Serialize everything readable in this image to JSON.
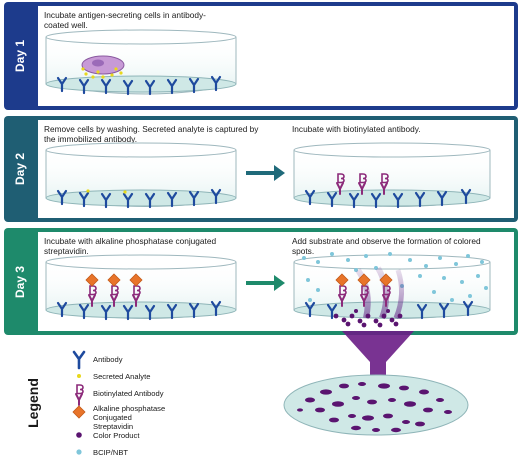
{
  "days": {
    "day1": {
      "label": "Day 1",
      "text": "Incubate antigen-secreting cells in antibody-coated well."
    },
    "day2": {
      "label": "Day 2",
      "left_text": "Remove cells by washing. Secreted analyte is captured by the immobilized antibody.",
      "right_text": "Incubate with biotinylated antibody."
    },
    "day3": {
      "label": "Day 3",
      "left_text": "Incubate with alkaline phosphatase conjugated streptavidin.",
      "right_text": "Add substrate and observe the formation of colored spots."
    }
  },
  "legend": {
    "title": "Legend",
    "items": [
      {
        "label": "Antibody",
        "icon": "antibody-icon"
      },
      {
        "label": "Secreted Analyte",
        "icon": "analyte-dot-icon"
      },
      {
        "label": "Biotinylated Antibody",
        "icon": "biotinylated-antibody-icon"
      },
      {
        "label": "Alkaline phosphatase Conjugated Streptavidin",
        "icon": "diamond-icon"
      },
      {
        "label": "Color Product",
        "icon": "purple-dot-icon"
      },
      {
        "label": "BCIP/NBT",
        "icon": "light-blue-dot-icon"
      }
    ]
  },
  "colors": {
    "day1": "#1d3b8c",
    "day2": "#1f5e73",
    "day3": "#1e8a6b",
    "antibody": "#1e4a9e",
    "analyte": "#e8d81c",
    "biotinylated": "#8c2a7a",
    "streptavidin": "#e8742a",
    "color_product": "#5a1470",
    "bcip": "#7fc6da",
    "well_fill": "#cfe8e6"
  }
}
